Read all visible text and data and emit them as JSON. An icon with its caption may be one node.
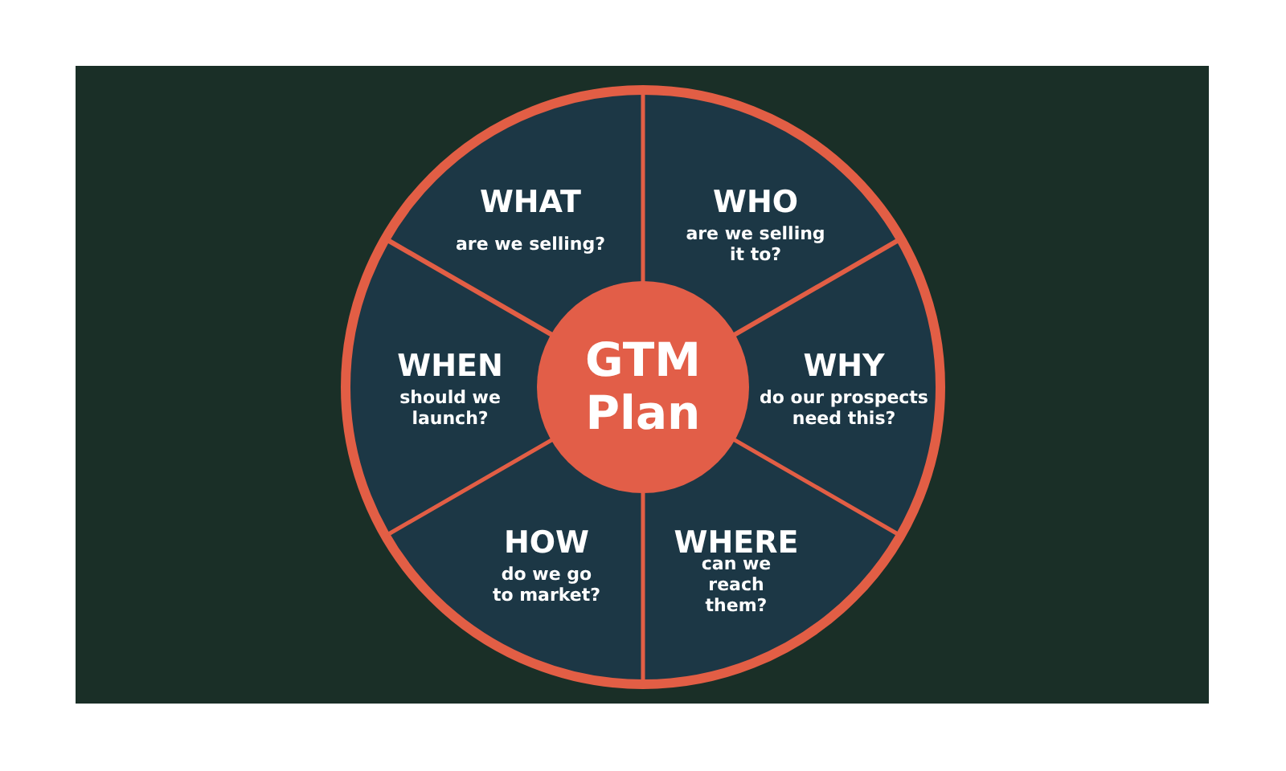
{
  "diagram": {
    "nodes": [
      {
        "text": [
          "WHAT",
          "are we selling?"
        ]
      },
      {
        "text": [
          "WHO",
          "are we selling it to?"
        ]
      },
      {
        "text": [
          "WHEN",
          "should we launch?"
        ]
      },
      {
        "text": [
          "GTM Plan"
        ]
      },
      {
        "text": [
          "WHY",
          "do our prospects need this?"
        ]
      },
      {
        "text": [
          "HOW",
          "do we go to market?"
        ]
      },
      {
        "text": [
          "WHERE",
          "can we reach them?"
        ]
      }
    ]
  }
}
